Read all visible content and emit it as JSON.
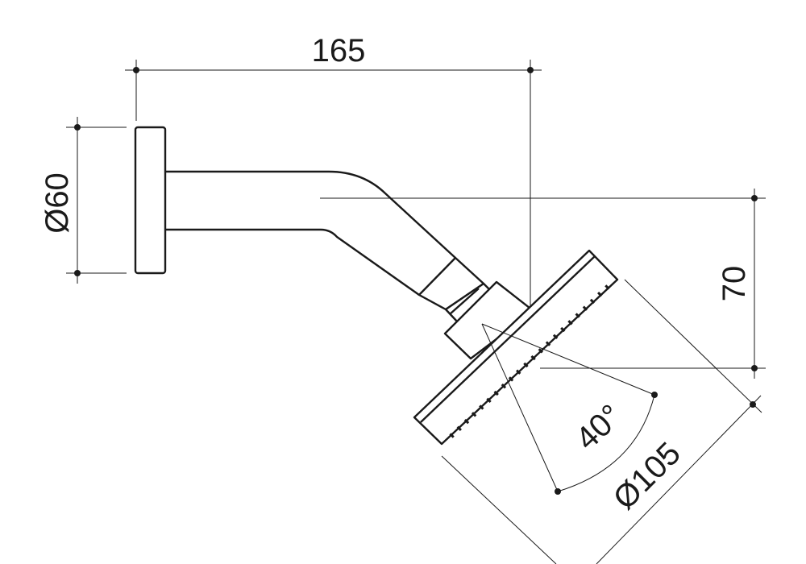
{
  "drawing": {
    "dimensions": {
      "width_label": "165",
      "flange_diameter_label": "Ø60",
      "drop_label": "70",
      "head_diameter_label": "Ø105",
      "angle_label": "40°"
    }
  }
}
